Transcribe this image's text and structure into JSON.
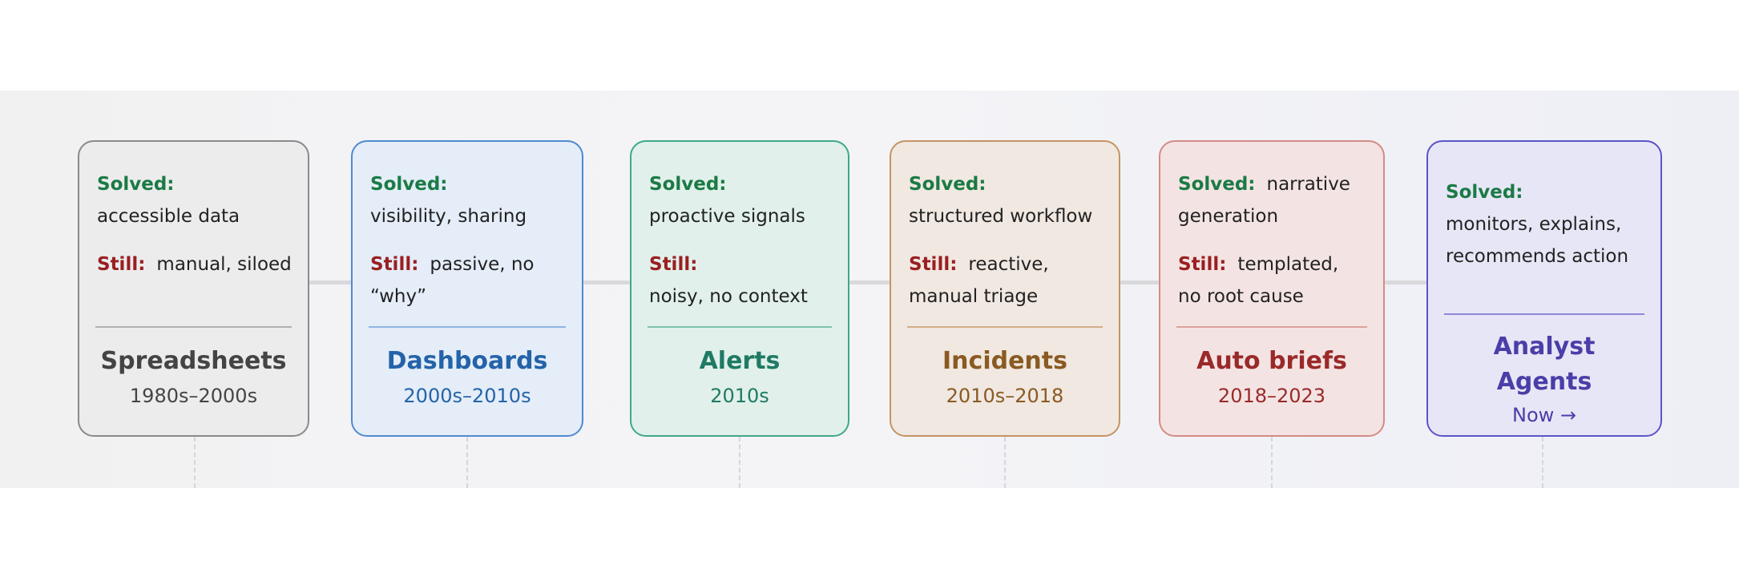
{
  "stages": [
    {
      "solved_label": "Solved:",
      "solved": "accessible data",
      "still_label": "Still:",
      "still": "manual, siloed",
      "title": "Spreadsheets",
      "years": "1980s–2000s",
      "colors": {
        "accent": "#444444",
        "border": "#8a8a8a",
        "bg": "#ececec",
        "divider": "#b0b0b0"
      }
    },
    {
      "solved_label": "Solved:",
      "solved": "visibility, sharing",
      "still_label": "Still:",
      "still": "passive, no “why”",
      "title": "Dashboards",
      "years": "2000s–2010s",
      "colors": {
        "accent": "#2463a8",
        "border": "#4f8ad0",
        "bg": "#e4edf8",
        "divider": "#8fb5e0"
      }
    },
    {
      "solved_label": "Solved:",
      "solved": "proactive signals",
      "still_label": "Still:",
      "still": "noisy, no context",
      "title": "Alerts",
      "years": "2010s",
      "colors": {
        "accent": "#1f7a64",
        "border": "#3fa889",
        "bg": "#e1f0ea",
        "divider": "#7cc4ac"
      }
    },
    {
      "solved_label": "Solved:",
      "solved": "structured workflow",
      "still_label": "Still:",
      "still": "reactive, manual triage",
      "title": "Incidents",
      "years": "2010s–2018",
      "colors": {
        "accent": "#8a5a22",
        "border": "#c49464",
        "bg": "#f0e8e1",
        "divider": "#d2ad88"
      }
    },
    {
      "solved_label": "Solved:",
      "solved": "narrative generation",
      "still_label": "Still:",
      "still": "templated, no root cause",
      "title": "Auto briefs",
      "years": "2018–2023",
      "colors": {
        "accent": "#9a2a2a",
        "border": "#d58a84",
        "bg": "#f3e4e3",
        "divider": "#dca29c"
      }
    },
    {
      "solved_label": "Solved:",
      "solved": "monitors, explains, recommends action",
      "still_label": "",
      "still": "",
      "title": "Analyst Agents",
      "years": "Now →",
      "colors": {
        "accent": "#4a3ea8",
        "border": "#5b55c8",
        "bg": "#e7e6f6",
        "divider": "#8e89d8"
      }
    }
  ]
}
